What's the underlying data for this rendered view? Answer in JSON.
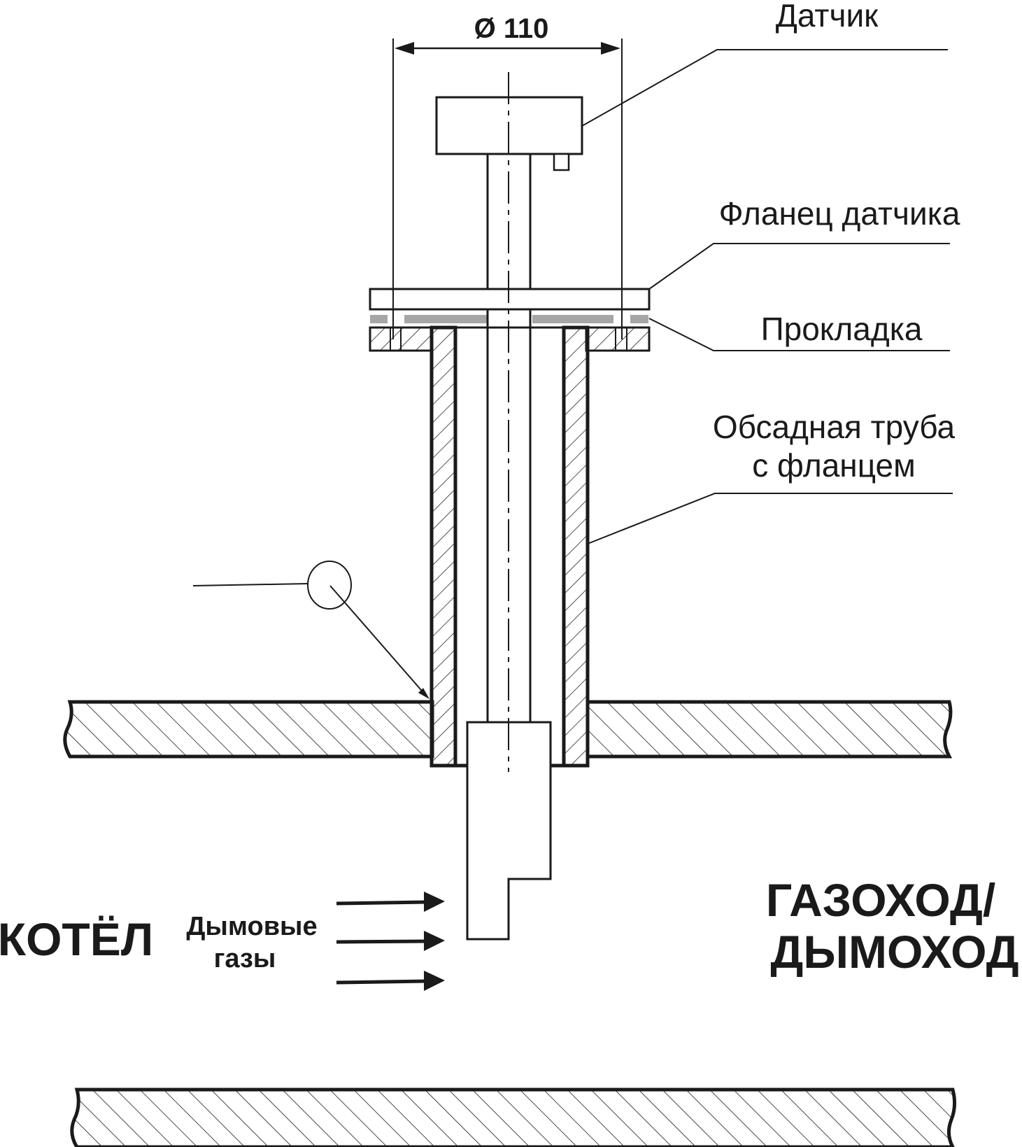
{
  "labels": {
    "sensor": "Датчик",
    "sensor_flange": "Фланец датчика",
    "gasket": "Прокладка",
    "casing_line1": "Обсадная труба",
    "casing_line2": "с фланцем",
    "boiler": "КОТЁЛ",
    "gases_line1": "Дымовые",
    "gases_line2": "газы",
    "duct_line1": "ГАЗОХОД/",
    "duct_line2": "ДЫМОХОД"
  },
  "dimension": {
    "diameter_label": "Ø 110"
  },
  "colors": {
    "line": "#1a1a1a",
    "gasket": "#a6a6a6",
    "background": "#ffffff"
  }
}
